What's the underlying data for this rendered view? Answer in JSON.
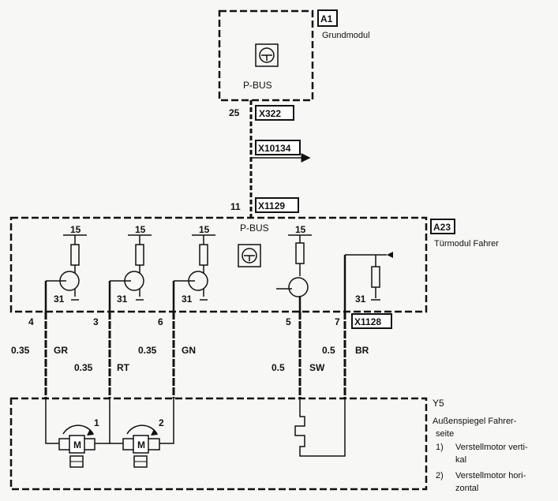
{
  "modules": {
    "a1": {
      "tag": "A1",
      "name": "Grundmodul",
      "bus": "P-BUS"
    },
    "a23": {
      "tag": "A23",
      "name": "Türmodul Fahrer",
      "bus": "P-BUS"
    },
    "y5": {
      "tag": "Y5",
      "name_line1": "Außenspiegel Fahrer-",
      "name_line2": "seite",
      "item1_num": "1)",
      "item1_line1": "Verstellmotor verti-",
      "item1_line2": "kal",
      "item2_num": "2)",
      "item2_line1": "Verstellmotor hori-",
      "item2_line2": "zontal"
    }
  },
  "connectors": {
    "x322": {
      "tag": "X322",
      "pin": "25"
    },
    "x10134": {
      "tag": "X10134"
    },
    "x1129": {
      "tag": "X1129",
      "pin": "11"
    },
    "x1128": {
      "tag": "X1128"
    }
  },
  "supply_labels": [
    "15",
    "15",
    "15",
    "15"
  ],
  "ground_labels": [
    "31",
    "31",
    "31",
    "31"
  ],
  "pins": [
    "4",
    "3",
    "6",
    "5",
    "7"
  ],
  "wires": {
    "w1": {
      "size": "0.35",
      "color": "GR"
    },
    "w2": {
      "size": "0.35",
      "color": "RT"
    },
    "w3": {
      "size": "0.35",
      "color": "GN"
    },
    "w4": {
      "size": "0.5",
      "color": "SW"
    },
    "w5": {
      "size": "0.5",
      "color": "BR"
    }
  },
  "motors": {
    "m1": {
      "num": "1",
      "symbol": "M"
    },
    "m2": {
      "num": "2",
      "symbol": "M"
    }
  }
}
